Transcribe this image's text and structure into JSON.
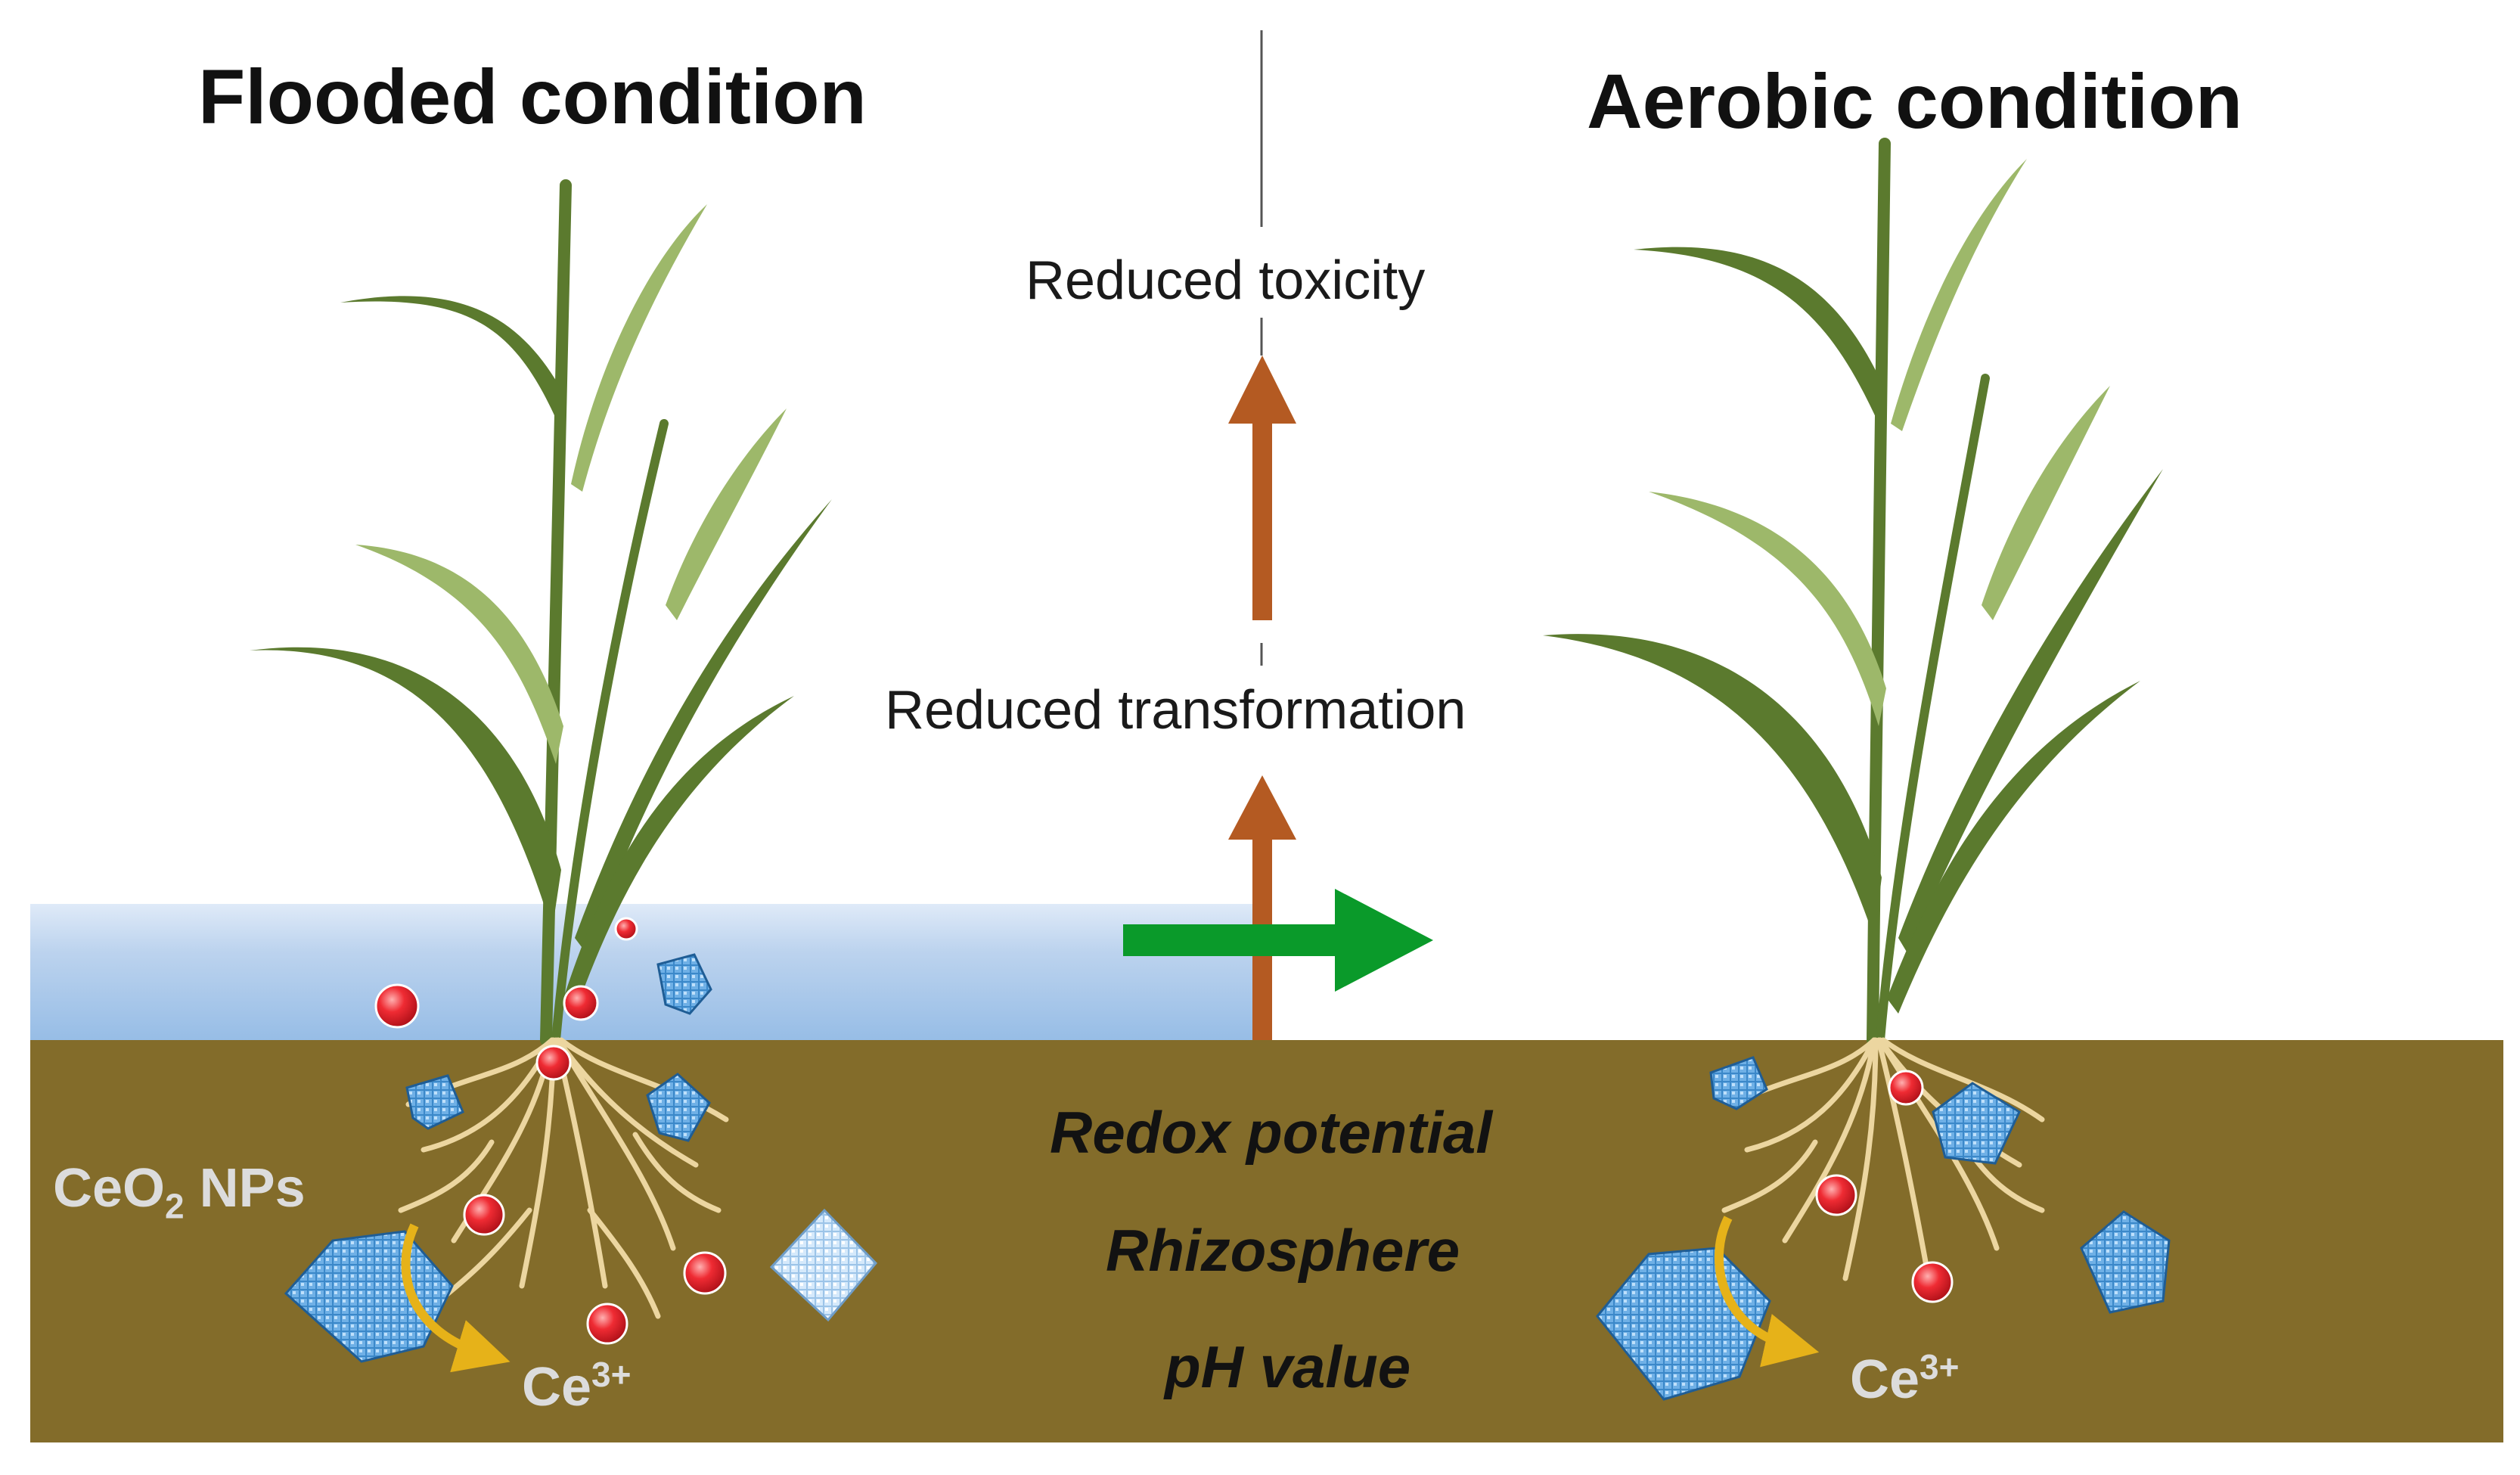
{
  "headings": {
    "left": "Flooded condition",
    "right": "Aerobic condition"
  },
  "arrow_labels": {
    "top": "Reduced toxicity",
    "middle": "Reduced transformation"
  },
  "soil_factors": [
    "Redox potential",
    "Rhizosphere",
    "pH value"
  ],
  "chem": {
    "nps_main": "CeO",
    "nps_sub": "2",
    "nps_tail": " NPs",
    "ion_main": "Ce",
    "ion_sup": "3+",
    "ion_right_main": "Ce",
    "ion_right_sup": "3+"
  },
  "colors": {
    "soil": "#836c2a",
    "water_top": "#dbe9f8",
    "water_bottom": "#97bde6",
    "arrow_brown": "#b45a22",
    "arrow_green": "#0a9a2a",
    "leaf_dark": "#5b7a2e",
    "leaf_light": "#9db86a",
    "root": "#ecd6a0",
    "ion_red": "#e4222c",
    "crystal_blue": "#3b88c9",
    "transform_arrow": "#e6b219"
  }
}
